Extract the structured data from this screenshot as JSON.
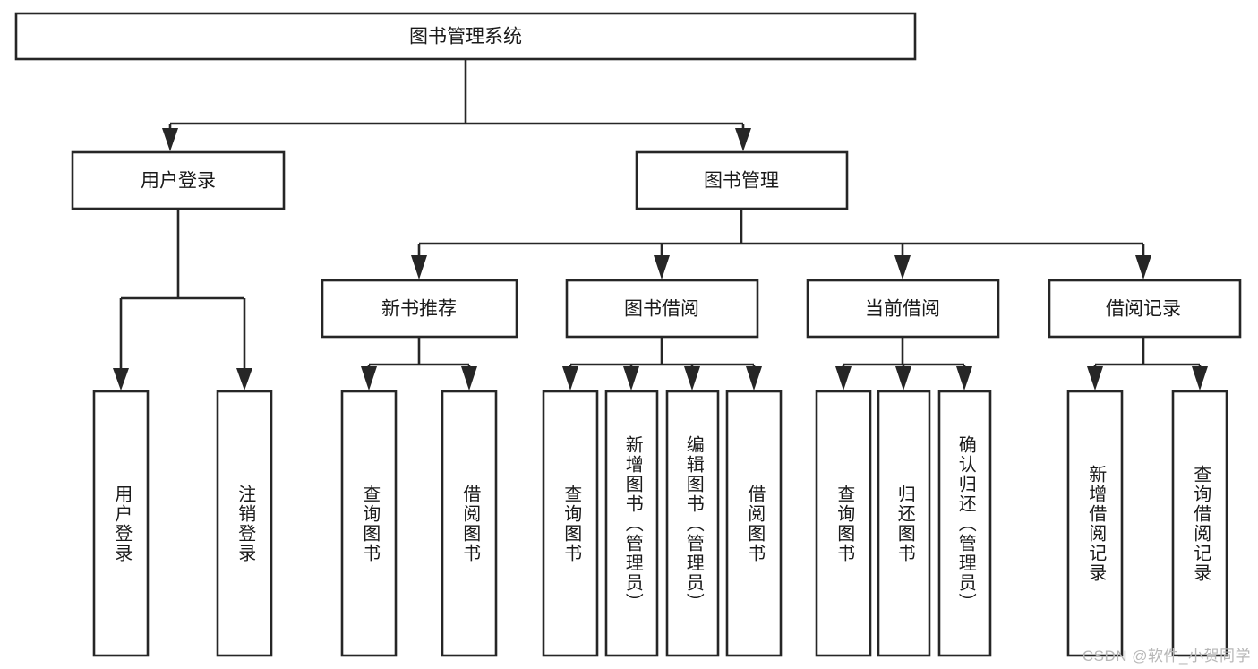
{
  "diagram": {
    "type": "hierarchy-tree",
    "title": "图书管理系统",
    "watermark": "CSDN @软件_小贺同学",
    "colors": {
      "stroke": "#262626",
      "fill": "#ffffff",
      "text": "#1a1a1a",
      "watermark": "#b7b7b7"
    },
    "root": {
      "label": "图书管理系统"
    },
    "level2": [
      {
        "label": "用户登录"
      },
      {
        "label": "图书管理"
      }
    ],
    "level3": [
      {
        "label": "新书推荐"
      },
      {
        "label": "图书借阅"
      },
      {
        "label": "当前借阅"
      },
      {
        "label": "借阅记录"
      }
    ],
    "leaves": {
      "user_login": [
        {
          "label": "用户登录"
        },
        {
          "label": "注销登录"
        }
      ],
      "new_book": [
        {
          "label": "查询图书"
        },
        {
          "label": "借阅图书"
        }
      ],
      "book_borrow": [
        {
          "label": "查询图书"
        },
        {
          "label": "新增图书（管理员）"
        },
        {
          "label": "编辑图书（管理员）"
        },
        {
          "label": "借阅图书"
        }
      ],
      "current_borrow": [
        {
          "label": "查询图书"
        },
        {
          "label": "归还图书"
        },
        {
          "label": "确认归还（管理员）"
        }
      ],
      "borrow_record": [
        {
          "label": "新增借阅记录"
        },
        {
          "label": "查询借阅记录"
        }
      ]
    }
  }
}
